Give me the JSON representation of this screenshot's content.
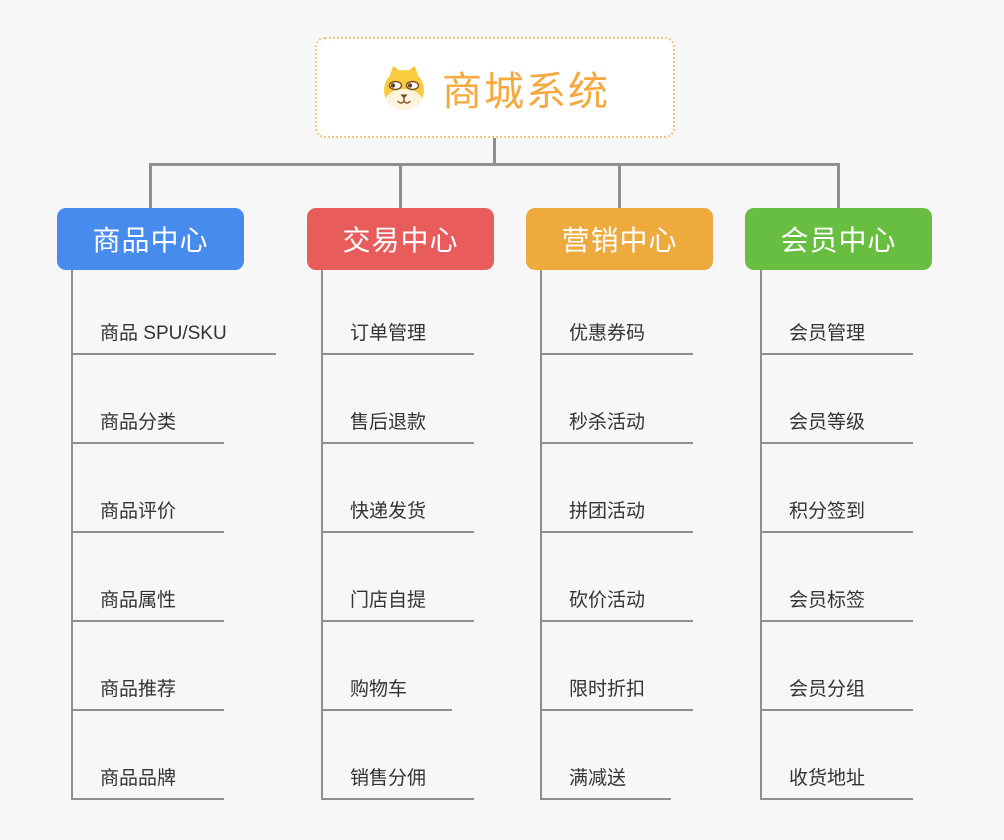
{
  "colors": {
    "background": "#F7F7F7",
    "connector": "#8F8F8F",
    "root_text": "#F5A93E",
    "root_border": "#F2C479",
    "leaf_text": "#333333"
  },
  "root": {
    "label": "商城系统",
    "icon": "dog-face-icon"
  },
  "branches": [
    {
      "label": "商品中心",
      "color": "#478BEE",
      "items": [
        "商品 SPU/SKU",
        "商品分类",
        "商品评价",
        "商品属性",
        "商品推荐",
        "商品品牌"
      ]
    },
    {
      "label": "交易中心",
      "color": "#E85C5C",
      "items": [
        "订单管理",
        "售后退款",
        "快递发货",
        "门店自提",
        "购物车",
        "销售分佣"
      ]
    },
    {
      "label": "营销中心",
      "color": "#EFAA3D",
      "items": [
        "优惠券码",
        "秒杀活动",
        "拼团活动",
        "砍价活动",
        "限时折扣",
        "满减送"
      ]
    },
    {
      "label": "会员中心",
      "color": "#68BE41",
      "items": [
        "会员管理",
        "会员等级",
        "积分签到",
        "会员标签",
        "会员分组",
        "收货地址"
      ]
    }
  ]
}
